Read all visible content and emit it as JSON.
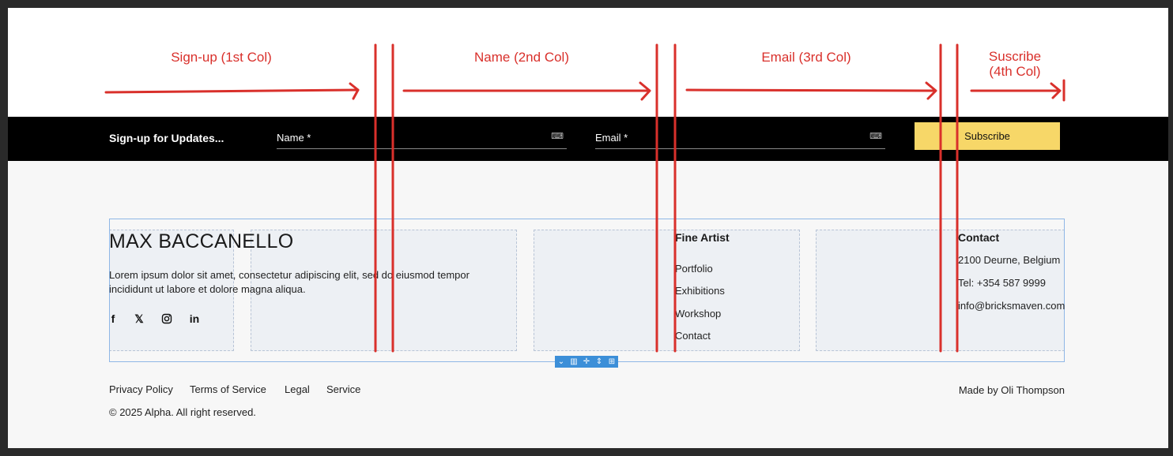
{
  "annotations": {
    "col1": "Sign-up (1st Col)",
    "col2": "Name (2nd Col)",
    "col3": "Email (3rd Col)",
    "col4_line1": "Suscribe",
    "col4_line2": "(4th Col)"
  },
  "signup": {
    "title": "Sign-up for Updates...",
    "name_label": "Name *",
    "email_label": "Email *",
    "subscribe_label": "Subscribe"
  },
  "footer": {
    "brand": "MAX BACCANELLO",
    "description": "Lorem ipsum dolor sit amet, consectetur adipiscing elit, sed do eiusmod tempor incididunt ut labore et dolore magna aliqua.",
    "social_icons": [
      "facebook-icon",
      "x-icon",
      "instagram-icon",
      "linkedin-icon"
    ],
    "fine_artist": {
      "heading": "Fine Artist",
      "links": [
        "Portfolio",
        "Exhibitions",
        "Workshop",
        "Contact"
      ]
    },
    "contact": {
      "heading": "Contact",
      "lines": [
        "2100 Deurne, Belgium",
        "Tel: +354 587 9999",
        "info@bricksmaven.com"
      ]
    },
    "legal_links": [
      "Privacy Policy",
      "Terms of Service",
      "Legal",
      "Service"
    ],
    "copyright": "© 2025 Alpha. All right reserved.",
    "credit": "Made by Oli Thompson"
  },
  "colors": {
    "annotation_red": "#d9302b",
    "subscribe_yellow": "#f7d768",
    "builder_blue": "#3c8fd8"
  }
}
